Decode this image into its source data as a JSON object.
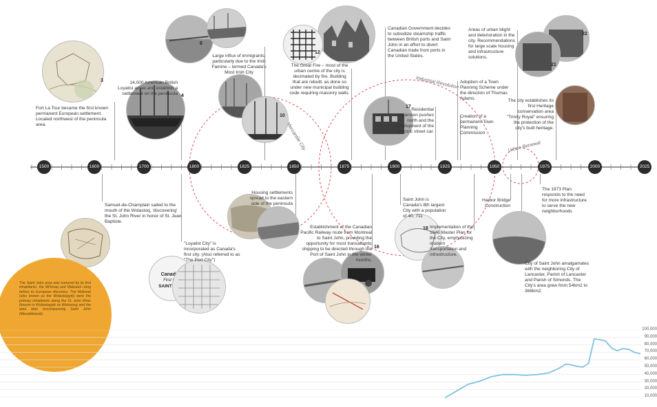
{
  "timeline": {
    "years": [
      "1500",
      "1600",
      "1700",
      "1800",
      "1825",
      "1850",
      "1875",
      "1900",
      "1925",
      "1950",
      "1975",
      "2000",
      "2025"
    ],
    "arc_labels": {
      "mercantile": "A Mercantile City",
      "industrial": "Industrial Revolution",
      "renewal": "Urban Renewal"
    }
  },
  "events": {
    "fort_la_tour": "Fort La Tour became the first known permanent European settlement. Located northwest of the peninsula area.",
    "champlain": "Samuel-de-Champlain sailed to the mouth of the Wolastoq, 'discovering' the St. John River in honor of St. Jean Baptiste.",
    "loyalists": "14,000 American British Loyalist arrive and establish a settlement on the peninsula",
    "loyalist_city": "\"Loyalist City\" is incorporated as Canada's first city. (Also referred to as \"The Port City\")",
    "immigrants": "Large influx of immigrants, particularly due to the Irish Famine – termed Canada's Most Irish City",
    "housing": "Housing settlements spread to the eastern side of the peninsula",
    "great_fire": "The Great Fire – most of the urban centre of the city is decimated by fire. Building that are rebuilt, as done so under new municipal building code requiring masonry walls.",
    "steamship": "Canadian Government decides to subsidize steamship traffic between British ports and Saint John in an effort to divert Canadian trade from ports in the United States.",
    "cpr": "Establishment of the Canadian Pacific Railway route from Montreal to Saint John, providing the opportunity for most transatlantic shipping to be directed through the Port of Saint John in the winter months.",
    "residential": "Residential expansion pushes north and the development of the electric street car.",
    "eighth": "Saint John is Canada's 8th largest City with a population of 40, 711",
    "town_planning": "Adoption of a Town Planning Scheme under the direction of Thomas Adams.",
    "commission": "Creation of a permanent Town Planning Commission",
    "master_plan": "Implementation of the 1946 Master Plan for the City, emphasizing modern transportation and infrastructure.",
    "blight": "Areas of urban blight and deterioration in the city. Recommendations for large scale housing and infrastructure solutions.",
    "harbor": "Harbor Bridge Construction",
    "heritage": "The city establishes its first Heritage conservation area \"Trinity Royal\" ensuring the protection of the city's built heritage.",
    "plan_1973": "The 1973 Plan responds to the need for more infrastructure to serve the new neighborhoods",
    "amalgamate": "City of Saint John amalgamates with the neighboring City of Lancaster, Parish of Lancaster and Parish of Simonds. The City's area grew from 54km2 to 366km2."
  },
  "orange_note": "The Saint John area was nurtured by its first inhabitants, the Mi'kmaq and Maliseet—long before its European discovery. The Maliseet (also known as the Wolastoqiyik) were the primary inhabitants along the St. John River (known in Wolastoqiyik as Wolastoq) and the area later encompassing Saint John (Menahkwesk).",
  "photo_numbers": [
    "3",
    "4",
    "8",
    "10",
    "12",
    "16",
    "17",
    "18",
    "21",
    "22"
  ],
  "chart_data": {
    "type": "line",
    "title": "",
    "xlabel": "",
    "ylabel": "",
    "ylim": [
      0,
      100000
    ],
    "yticks": [
      "100,000",
      "90,000",
      "80,000",
      "70,000",
      "60,000",
      "50,000",
      "40,000",
      "30,000",
      "20,000",
      "10,000"
    ],
    "x": [
      1851,
      1861,
      1871,
      1881,
      1891,
      1901,
      1911,
      1921,
      1931,
      1941,
      1951,
      1956,
      1961,
      1966,
      1971,
      1976,
      1981,
      1986,
      1991,
      1996,
      2001,
      2006,
      2011,
      2016,
      2021
    ],
    "series": [
      {
        "color": "#7fc1dc",
        "values": [
          9000,
          18000,
          27000,
          31000,
          37000,
          40000,
          40000,
          39000,
          40000,
          42000,
          49000,
          54000,
          53000,
          51000,
          50000,
          55000,
          88000,
          87000,
          85000,
          76000,
          72000,
          75000,
          74000,
          70000,
          68000
        ]
      }
    ]
  }
}
